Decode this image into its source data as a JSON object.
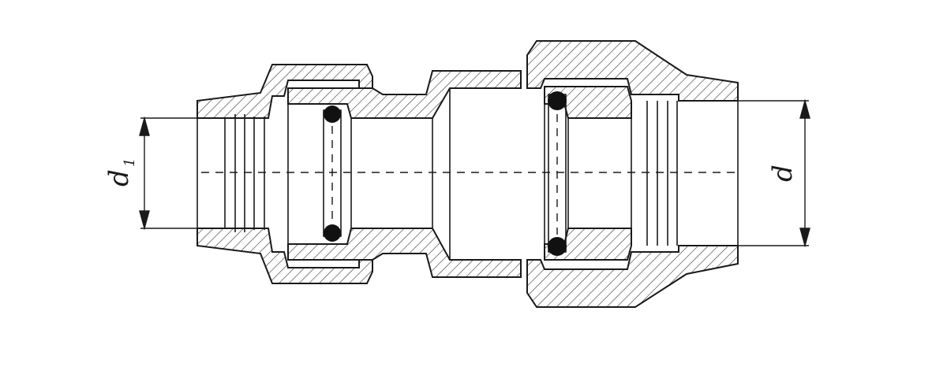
{
  "diagram": {
    "label_left": "d",
    "label_left_subscript": "1",
    "label_right": "d",
    "line_color": "#1a1a1a",
    "background": "#ffffff",
    "hatch_color": "#333333",
    "oring_color": "#111111"
  }
}
